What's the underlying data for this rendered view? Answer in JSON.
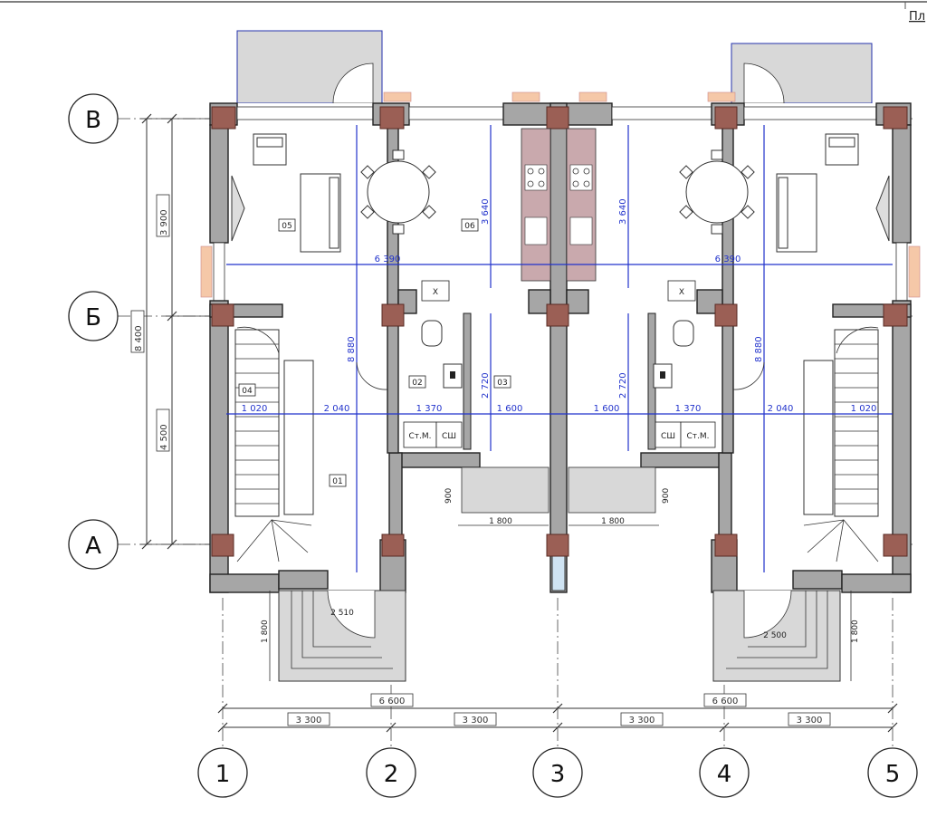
{
  "corner_title": "Пл",
  "row_axes": [
    {
      "label": "В"
    },
    {
      "label": "Б"
    },
    {
      "label": "А"
    }
  ],
  "col_axes": [
    {
      "label": "1"
    },
    {
      "label": "2"
    },
    {
      "label": "3"
    },
    {
      "label": "4"
    },
    {
      "label": "5"
    }
  ],
  "vertical_dims": {
    "total": "8 400",
    "upper": "3 900",
    "lower": "4 500"
  },
  "bottom_dims": {
    "halves": [
      "6 600",
      "6 600"
    ],
    "spans": [
      "3 300",
      "3 300",
      "3 300",
      "3 300"
    ]
  },
  "room_tags": [
    "05",
    "06",
    "04",
    "02",
    "03",
    "01"
  ],
  "fixtures": {
    "closet_a": "Ст.М.",
    "closet_b": "СШ",
    "hood": "Х"
  },
  "blue_dims": {
    "width_total": "6 390",
    "height_long": "8 880",
    "height_kitchen": "3 640",
    "height_bath": "2 720",
    "seg_1020": "1 020",
    "seg_2040": "2 040",
    "seg_1370": "1 370",
    "seg_1600": "1 600"
  },
  "porch_dims": {
    "porch_width": "2 510",
    "porch_width_right": "2 500",
    "porch_depth": "1 800",
    "step_width": "1 800",
    "step_depth": "900"
  }
}
